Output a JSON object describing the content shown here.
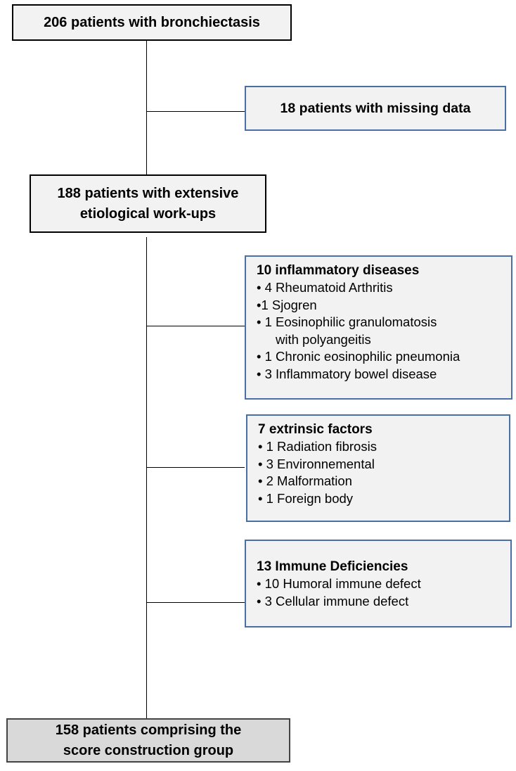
{
  "boxes": {
    "start": "206 patients with bronchiectasis",
    "missing": "18 patients with missing data",
    "workup": [
      "188 patients with extensive",
      "etiological work-ups"
    ],
    "final": [
      "158 patients comprising the",
      "score construction group"
    ]
  },
  "groups": {
    "inflammatory": {
      "title": "10 inflammatory diseases",
      "items": [
        "• 4 Rheumatoid Arthritis",
        "•1 Sjogren",
        "• 1 Eosinophilic granulomatosis",
        "with polyangeitis",
        "• 1 Chronic eosinophilic pneumonia",
        "• 3 Inflammatory  bowel disease"
      ]
    },
    "extrinsic": {
      "title": "7 extrinsic factors",
      "items": [
        "•  1 Radiation fibrosis",
        "• 3 Environnemental",
        "•  2 Malformation",
        "•  1 Foreign body"
      ]
    },
    "immune": {
      "title": "13 Immune Deficiencies",
      "items": [
        "•  10 Humoral immune defect",
        "•  3 Cellular immune defect"
      ]
    }
  }
}
